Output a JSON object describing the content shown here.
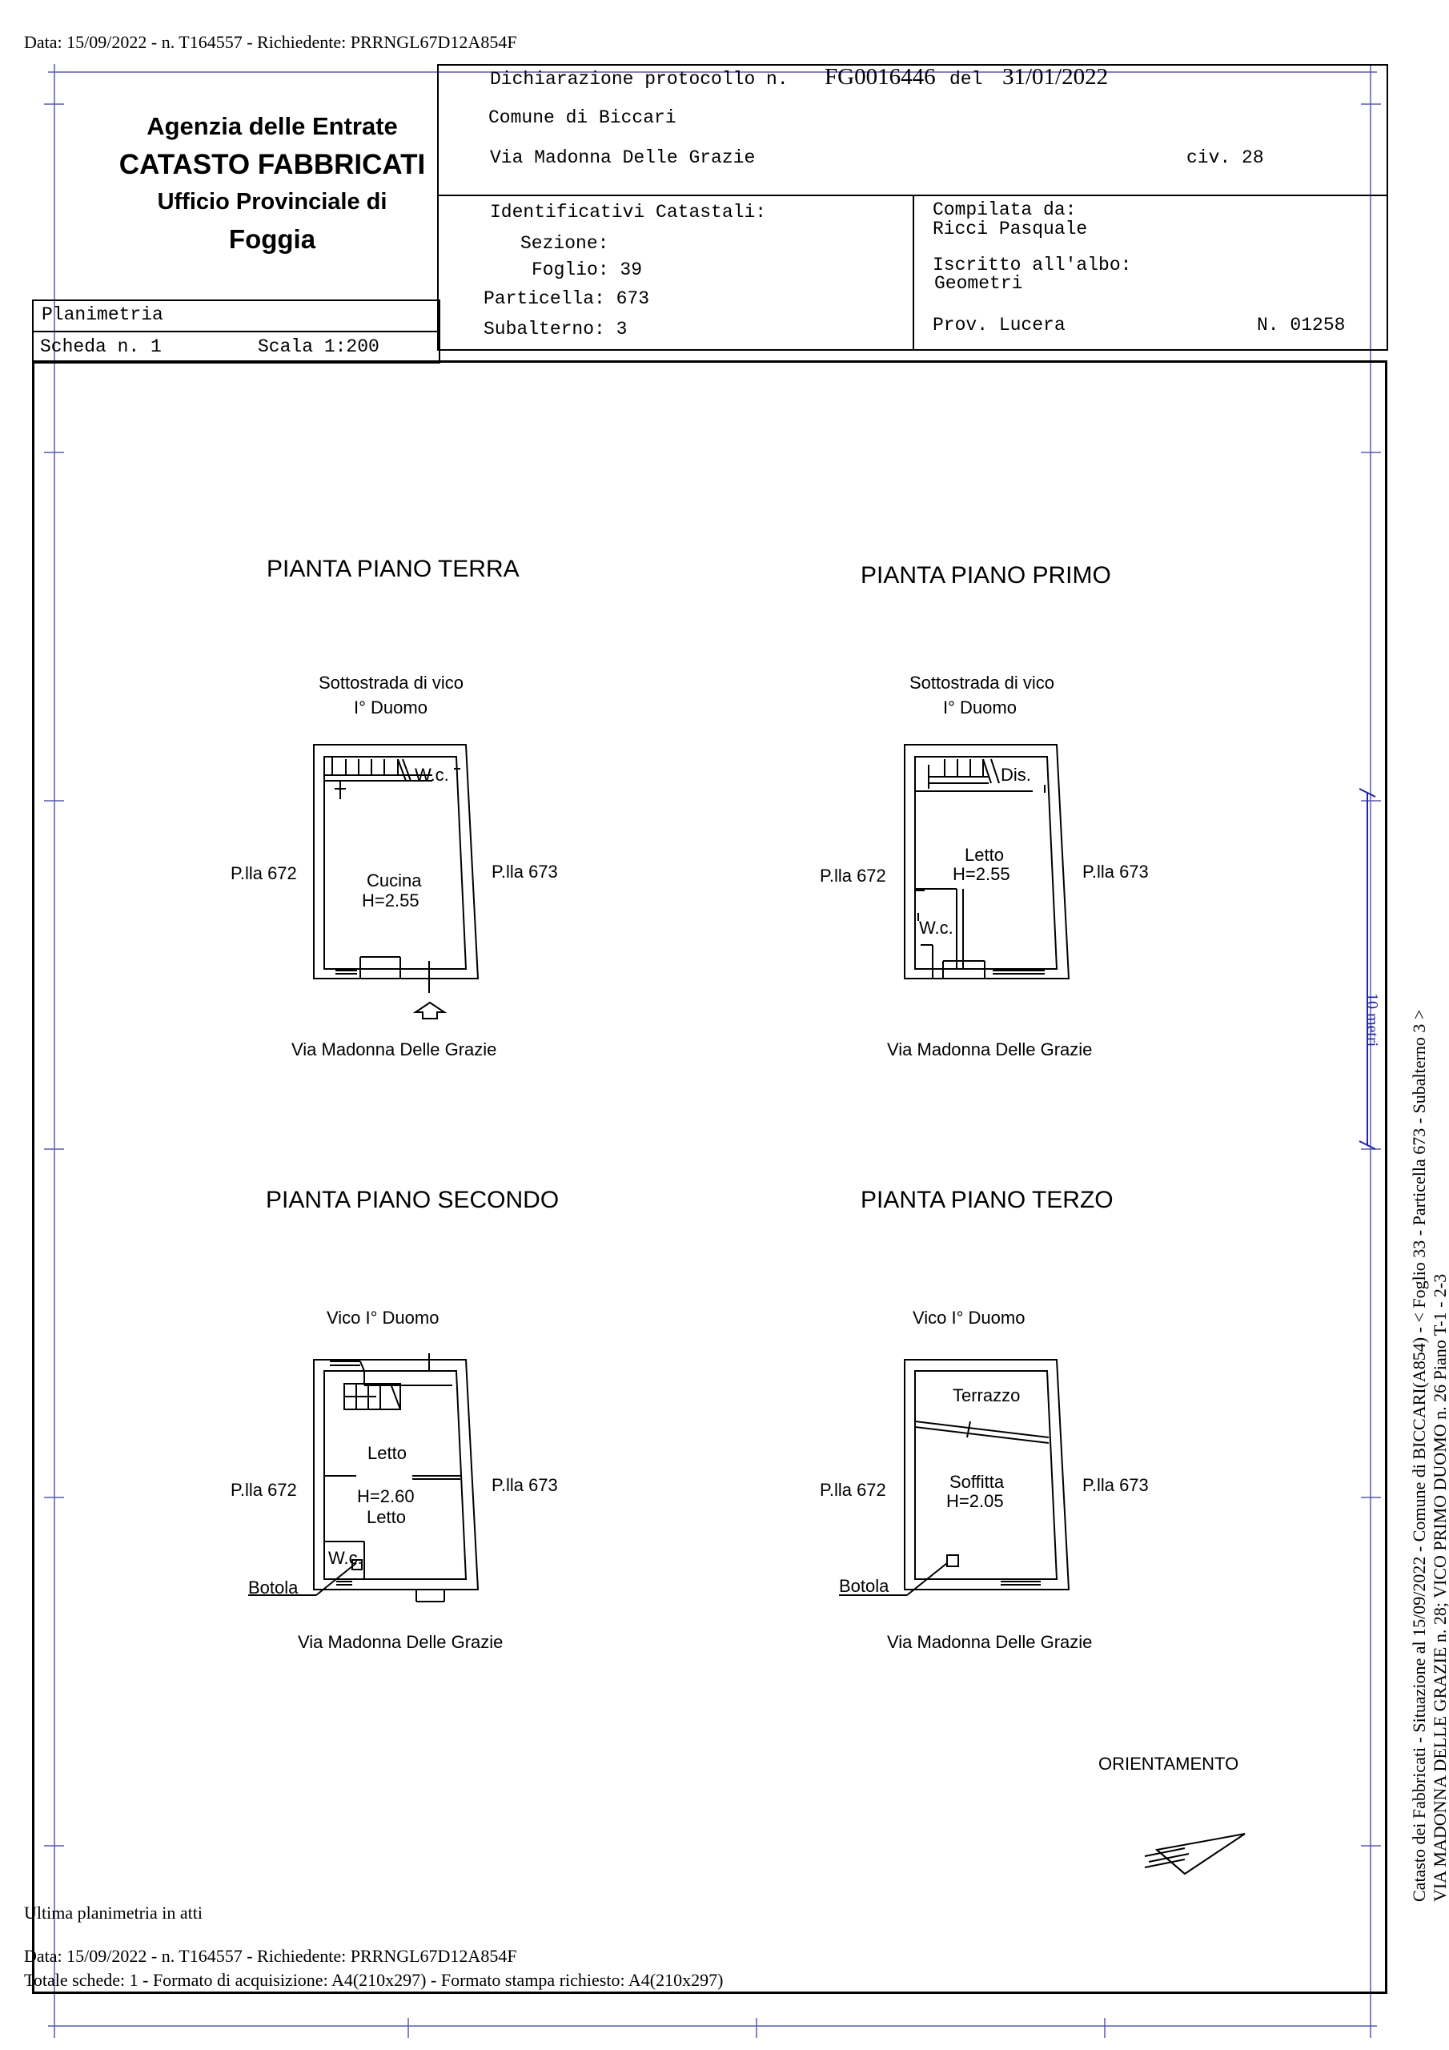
{
  "header": {
    "top_line": "Data: 15/09/2022 - n. T164557 - Richiedente: PRRNGL67D12A854F",
    "agency": "Agenzia delle Entrate",
    "catasto": "CATASTO FABBRICATI",
    "ufficio": "Ufficio Provinciale di",
    "provincia": "Foggia",
    "planimetria": "Planimetria",
    "scheda": "Scheda n. 1",
    "scala": "Scala 1:200",
    "protocollo_label": "Dichiarazione protocollo n.",
    "protocollo_num": "FG0016446",
    "del_label": "del",
    "del_date": "31/01/2022",
    "comune": "Comune di Biccari",
    "via": "Via Madonna Delle Grazie",
    "civ": "civ. 28",
    "ident_title": "Identificativi Catastali:",
    "sezione": "Sezione:",
    "foglio": "Foglio: 39",
    "particella": "Particella: 673",
    "subalterno": "Subalterno: 3",
    "compilata_label": "Compilata da:",
    "compilata_name": "Ricci Pasquale",
    "iscritto_label": "Iscritto all'albo:",
    "iscritto_value": "Geometri",
    "prov": "Prov. Lucera",
    "numero": "N. 01258"
  },
  "plans": {
    "terra": {
      "title": "PIANTA PIANO TERRA",
      "north1": "Sottostrada di vico",
      "north2": "I° Duomo",
      "west": "P.lla 672",
      "east": "P.lla 673",
      "south": "Via Madonna Delle Grazie",
      "room_wc": "W.c.",
      "room_main": "Cucina",
      "room_h": "H=2.55"
    },
    "primo": {
      "title": "PIANTA PIANO PRIMO",
      "north1": "Sottostrada di vico",
      "north2": "I° Duomo",
      "west": "P.lla 672",
      "east": "P.lla 673",
      "south": "Via Madonna Delle Grazie",
      "room_dis": "Dis.",
      "room_main": "Letto",
      "room_h": "H=2.55",
      "room_wc": "W.c."
    },
    "secondo": {
      "title": "PIANTA PIANO SECONDO",
      "north": "Vico I° Duomo",
      "west": "P.lla 672",
      "east": "P.lla 673",
      "south": "Via Madonna Delle Grazie",
      "room_letto1": "Letto",
      "room_h": "H=2.60",
      "room_letto2": "Letto",
      "room_wc": "W.c.",
      "botola": "Botola"
    },
    "terzo": {
      "title": "PIANTA PIANO TERZO",
      "north": "Vico I° Duomo",
      "west": "P.lla 672",
      "east": "P.lla 673",
      "south": "Via Madonna Delle Grazie",
      "room_terrazzo": "Terrazzo",
      "room_soffitta": "Soffitta",
      "room_h": "H=2.05",
      "botola": "Botola"
    }
  },
  "orientamento": "ORIENTAMENTO",
  "scale_label": "10 metri",
  "side_text_1": "Catasto dei Fabbricati - Situazione al 15/09/2022 - Comune di BICCARI(A854) - < Foglio 33 - Particella 673 - Subalterno 3 >",
  "side_text_2": "VIA MADONNA DELLE GRAZIE n. 28; VICO PRIMO DUOMO n. 26 Piano T-1 - 2-3",
  "footer": {
    "ultima": "Ultima planimetria in atti",
    "data_line": "Data: 15/09/2022 - n. T164557 - Richiedente: PRRNGL67D12A854F",
    "totale": "Totale schede: 1 - Formato di acquisizione: A4(210x297)  - Formato stampa richiesto: A4(210x297)"
  }
}
